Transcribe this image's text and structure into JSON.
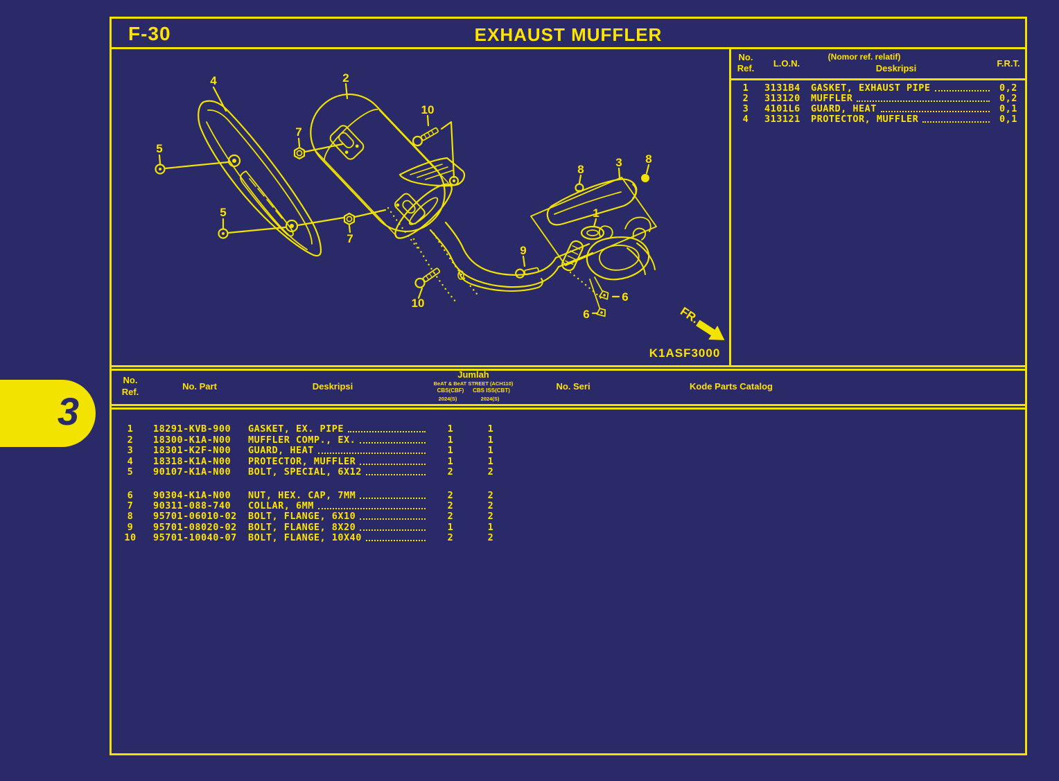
{
  "colors": {
    "background": "#292A67",
    "line": "#F2E300",
    "text": "#FFE400"
  },
  "page": {
    "code": "F-30",
    "title": "EXHAUST MUFFLER",
    "section_tab": "3",
    "diagram_code": "K1ASF3000",
    "front_label": "FR."
  },
  "ref_table": {
    "header": {
      "no": "No.",
      "ref": "Ref.",
      "lon": "L.O.N.",
      "relative_note": "(Nomor ref. relatif)",
      "deskripsi": "Deskripsi",
      "frt": "F.R.T."
    },
    "rows": [
      {
        "ref": "1",
        "lon": "3131B4",
        "desc": "GASKET, EXHAUST PIPE",
        "frt": "0,2"
      },
      {
        "ref": "2",
        "lon": "313120",
        "desc": "MUFFLER",
        "frt": "0,2"
      },
      {
        "ref": "3",
        "lon": "4101L6",
        "desc": "GUARD, HEAT",
        "frt": "0,1"
      },
      {
        "ref": "4",
        "lon": "313121",
        "desc": "PROTECTOR, MUFFLER",
        "frt": "0,1"
      }
    ]
  },
  "parts_table": {
    "header": {
      "no": "No.",
      "ref": "Ref.",
      "part": "No. Part",
      "deskripsi": "Deskripsi",
      "jumlah": "Jumlah",
      "model_line": "BeAT & BeAT STREET (ACH110)",
      "variant1": "CBS(CBF)",
      "variant2": "CBS ISS(CBT)",
      "year1": "2024(S)",
      "year2": "2024(S)",
      "seri": "No. Seri",
      "kode": "Kode Parts Catalog"
    },
    "rows": [
      {
        "ref": "1",
        "part": "18291-KVB-900",
        "desc": "GASKET, EX. PIPE",
        "qty1": "1",
        "qty2": "1"
      },
      {
        "ref": "2",
        "part": "18300-K1A-N00",
        "desc": "MUFFLER COMP., EX.",
        "qty1": "1",
        "qty2": "1"
      },
      {
        "ref": "3",
        "part": "18301-K2F-N00",
        "desc": "GUARD, HEAT",
        "qty1": "1",
        "qty2": "1"
      },
      {
        "ref": "4",
        "part": "18318-K1A-N00",
        "desc": "PROTECTOR, MUFFLER",
        "qty1": "1",
        "qty2": "1"
      },
      {
        "ref": "5",
        "part": "90107-K1A-N00",
        "desc": "BOLT, SPECIAL, 6X12",
        "qty1": "2",
        "qty2": "2"
      },
      {
        "ref": "6",
        "part": "90304-K1A-N00",
        "desc": "NUT, HEX. CAP, 7MM",
        "qty1": "2",
        "qty2": "2"
      },
      {
        "ref": "7",
        "part": "90311-088-740",
        "desc": "COLLAR, 6MM",
        "qty1": "2",
        "qty2": "2"
      },
      {
        "ref": "8",
        "part": "95701-06010-02",
        "desc": "BOLT, FLANGE, 6X10",
        "qty1": "2",
        "qty2": "2"
      },
      {
        "ref": "9",
        "part": "95701-08020-02",
        "desc": "BOLT, FLANGE, 8X20",
        "qty1": "1",
        "qty2": "1"
      },
      {
        "ref": "10",
        "part": "95701-10040-07",
        "desc": "BOLT, FLANGE, 10X40",
        "qty1": "2",
        "qty2": "2"
      }
    ]
  },
  "diagram": {
    "callouts": [
      "4",
      "2",
      "10",
      "7",
      "5",
      "5",
      "7",
      "8",
      "3",
      "8",
      "1",
      "9",
      "6",
      "6",
      "10"
    ]
  }
}
